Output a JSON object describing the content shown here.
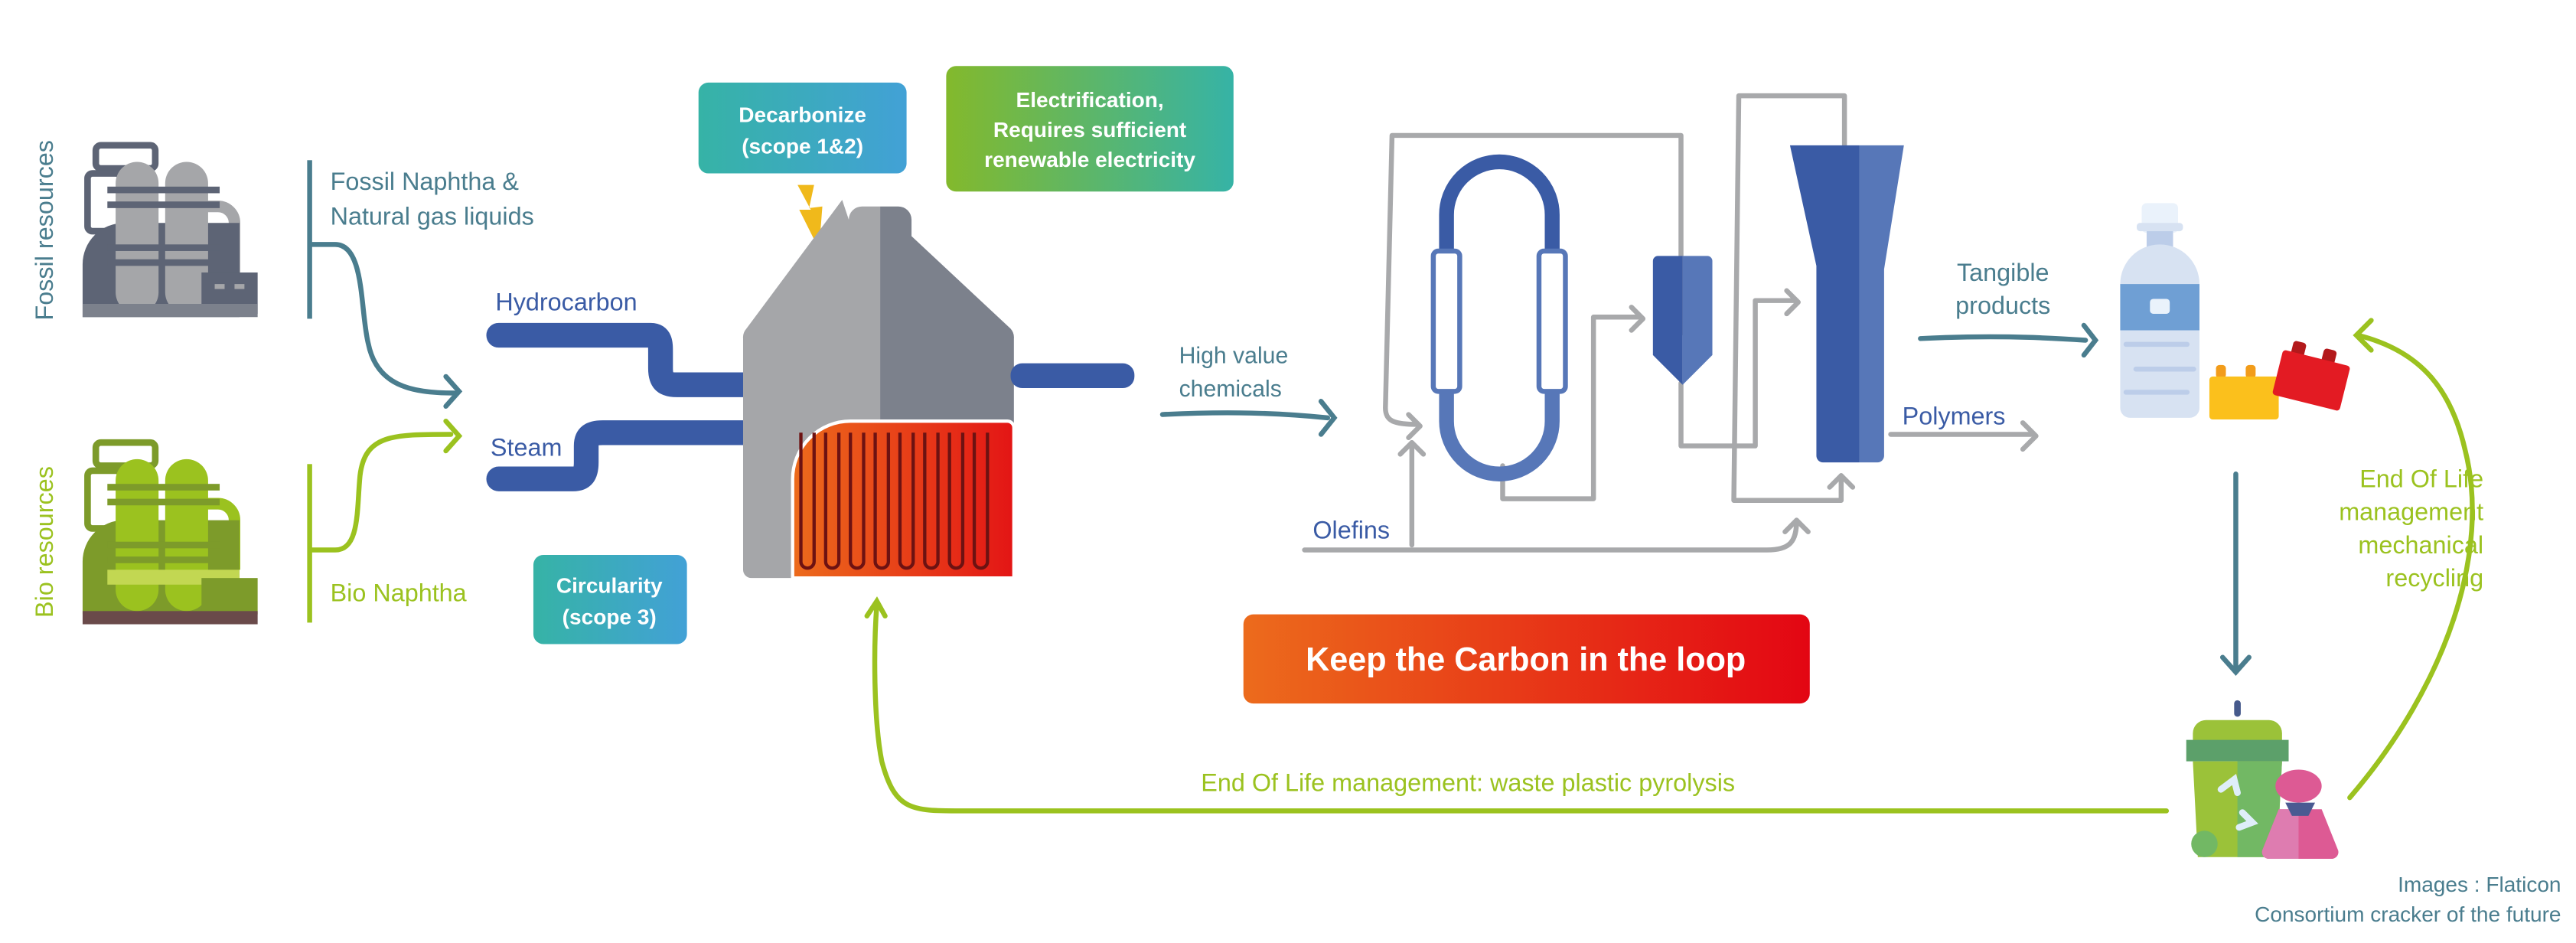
{
  "resources": {
    "fossil": {
      "label": "Fossil resources",
      "feed": [
        "Fossil Naphtha &",
        "Natural gas liquids"
      ]
    },
    "bio": {
      "label": "Bio resources",
      "feed": "Bio Naphtha"
    }
  },
  "inputs": {
    "hydrocarbon": "Hydrocarbon",
    "steam": "Steam"
  },
  "badges": {
    "decarbonize": [
      "Decarbonize",
      "(scope 1&2)"
    ],
    "electrification": [
      "Electrification,",
      "Requires sufficient",
      "renewable electricity"
    ],
    "circularity": [
      "Circularity",
      "(scope 3)"
    ]
  },
  "flows": {
    "high_value": [
      "High value",
      "chemicals"
    ],
    "olefins": "Olefins",
    "tangible": [
      "Tangible",
      "products"
    ],
    "polymers": "Polymers",
    "pyrolysis": "End Of Life management: waste plastic pyrolysis",
    "mechanical": [
      "End Of Life",
      "management",
      "mechanical",
      "recycling"
    ]
  },
  "banner": "Keep the Carbon in the loop",
  "credits": [
    "Images : Flaticon",
    "Consortium cracker of the future"
  ],
  "icons": [
    "fossil-refinery-icon",
    "bio-refinery-icon",
    "lightning-icon",
    "cracker-furnace-icon",
    "quench-exchanger-icon",
    "separator-icon",
    "distillation-column-icon",
    "plastic-bottle-icon",
    "toy-bricks-icon",
    "recycling-bin-icon",
    "garbage-bag-icon"
  ],
  "colors": {
    "teal": "#4a7d8e",
    "blue": "#3a5ba5",
    "lime": "#9bc21f",
    "gray": "#a8a9ab",
    "orange": "#ec6b1c",
    "red": "#e30613"
  }
}
